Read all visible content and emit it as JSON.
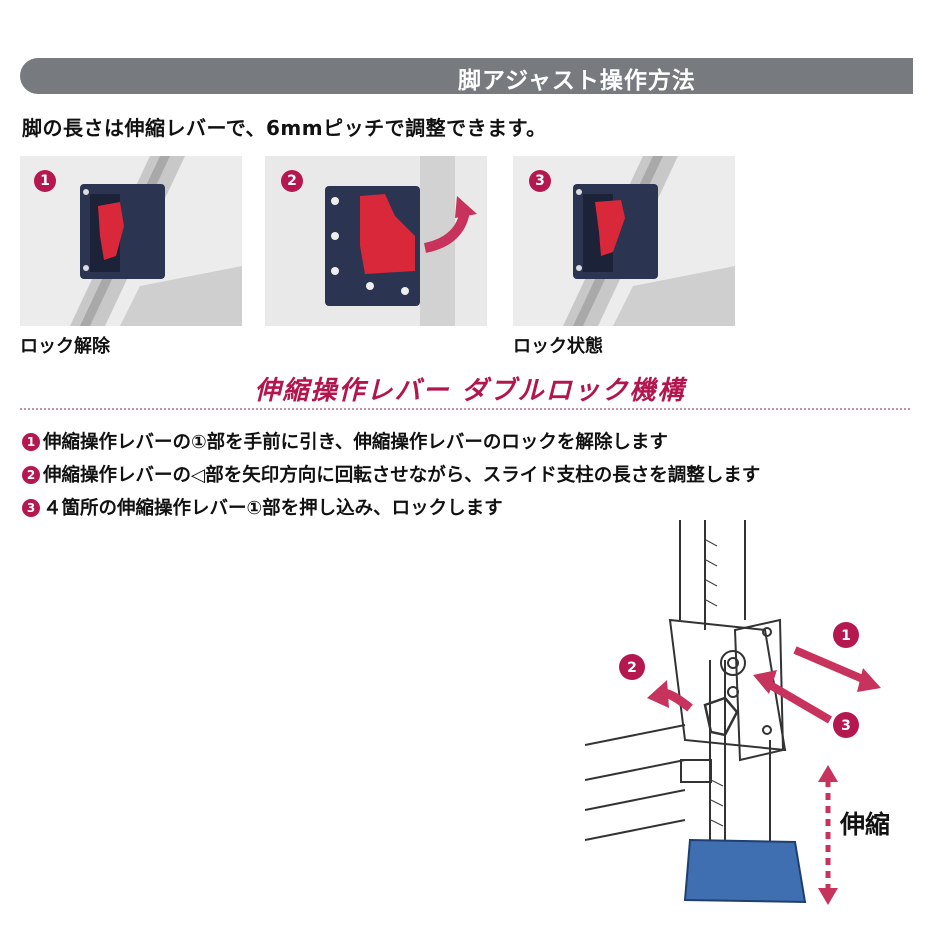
{
  "header": {
    "title": "脚アジャスト操作方法"
  },
  "intro": "脚の長さは伸縮レバーで、6mmピッチで調整できます。",
  "photos": [
    {
      "number": "1",
      "caption": "ロック解除"
    },
    {
      "number": "2",
      "caption": ""
    },
    {
      "number": "3",
      "caption": "ロック状態"
    }
  ],
  "subtitle": "伸縮操作レバー ダブルロック機構",
  "instructions": [
    {
      "badge": "1",
      "text": "伸縮操作レバーの①部を手前に引き、伸縮操作レバーのロックを解除します"
    },
    {
      "badge": "2",
      "text": "伸縮操作レバーの◁部を矢印方向に回転させながら、スライド支柱の長さを調整します"
    },
    {
      "badge": "3",
      "text": "４箇所の伸縮操作レバー①部を押し込み、ロックします"
    }
  ],
  "diagram": {
    "label": "伸縮",
    "markers": [
      "1",
      "2",
      "3"
    ]
  },
  "colors": {
    "accent": "#b5174f",
    "header_bg": "#777a7e",
    "lever": "#d8283a",
    "bracket": "#2b3450",
    "foot": "#3f6fb0"
  }
}
